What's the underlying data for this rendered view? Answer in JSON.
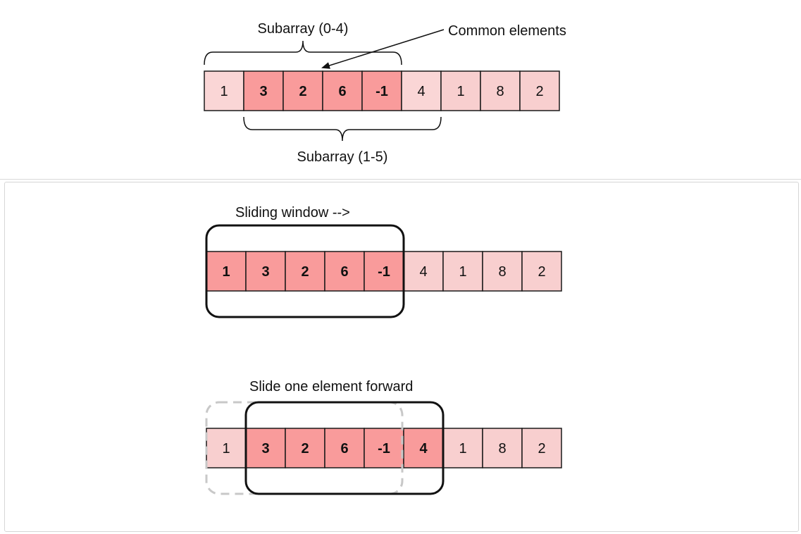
{
  "colors": {
    "highlight": "#f99b9b",
    "light": "#f8cfcf",
    "lighter": "#fad6d6",
    "border": "#1a1a1a",
    "dashed": "#c8c8c8"
  },
  "top_diagram": {
    "label_subarray_a": "Subarray (0-4)",
    "label_subarray_b": "Subarray (1-5)",
    "label_common": "Common elements",
    "cells": [
      {
        "v": "1",
        "style": "lighter",
        "bold": false
      },
      {
        "v": "3",
        "style": "highlight",
        "bold": true
      },
      {
        "v": "2",
        "style": "highlight",
        "bold": true
      },
      {
        "v": "6",
        "style": "highlight",
        "bold": true
      },
      {
        "v": "-1",
        "style": "highlight",
        "bold": true
      },
      {
        "v": "4",
        "style": "lighter",
        "bold": false
      },
      {
        "v": "1",
        "style": "light",
        "bold": false
      },
      {
        "v": "8",
        "style": "light",
        "bold": false
      },
      {
        "v": "2",
        "style": "light",
        "bold": false
      }
    ]
  },
  "window_diagram": {
    "label": "Sliding window -->",
    "cells": [
      {
        "v": "1",
        "style": "highlight",
        "bold": true
      },
      {
        "v": "3",
        "style": "highlight",
        "bold": true
      },
      {
        "v": "2",
        "style": "highlight",
        "bold": true
      },
      {
        "v": "6",
        "style": "highlight",
        "bold": true
      },
      {
        "v": "-1",
        "style": "highlight",
        "bold": true
      },
      {
        "v": "4",
        "style": "light",
        "bold": false
      },
      {
        "v": "1",
        "style": "light",
        "bold": false
      },
      {
        "v": "8",
        "style": "light",
        "bold": false
      },
      {
        "v": "2",
        "style": "light",
        "bold": false
      }
    ]
  },
  "slide_diagram": {
    "label": "Slide one element forward",
    "cells": [
      {
        "v": "1",
        "style": "light",
        "bold": false
      },
      {
        "v": "3",
        "style": "highlight",
        "bold": true
      },
      {
        "v": "2",
        "style": "highlight",
        "bold": true
      },
      {
        "v": "6",
        "style": "highlight",
        "bold": true
      },
      {
        "v": "-1",
        "style": "highlight",
        "bold": true
      },
      {
        "v": "4",
        "style": "highlight",
        "bold": true
      },
      {
        "v": "1",
        "style": "light",
        "bold": false
      },
      {
        "v": "8",
        "style": "light",
        "bold": false
      },
      {
        "v": "2",
        "style": "light",
        "bold": false
      }
    ]
  }
}
